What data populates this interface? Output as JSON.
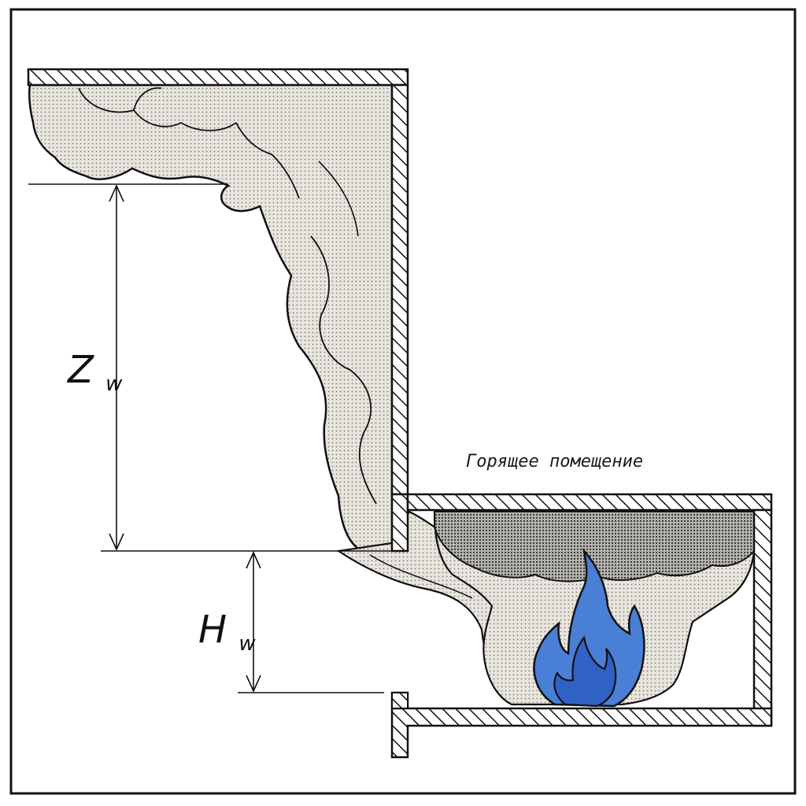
{
  "labels": {
    "z_main": "Z",
    "z_sub": "w",
    "h_main": "H",
    "h_sub": "w",
    "room": "Горящее помещение"
  },
  "colors": {
    "frame": "#111111",
    "wall_hatch": "#111111",
    "smoke_fill": "#e6e3dc",
    "smoke_dark": "#8a8a8a",
    "flame_outer": "#4a7fd6",
    "flame_inner": "#2f62c4"
  },
  "elements": {
    "upper_space": "upper-floor-space",
    "burning_room": "burning-room",
    "flame": "flame-icon"
  }
}
